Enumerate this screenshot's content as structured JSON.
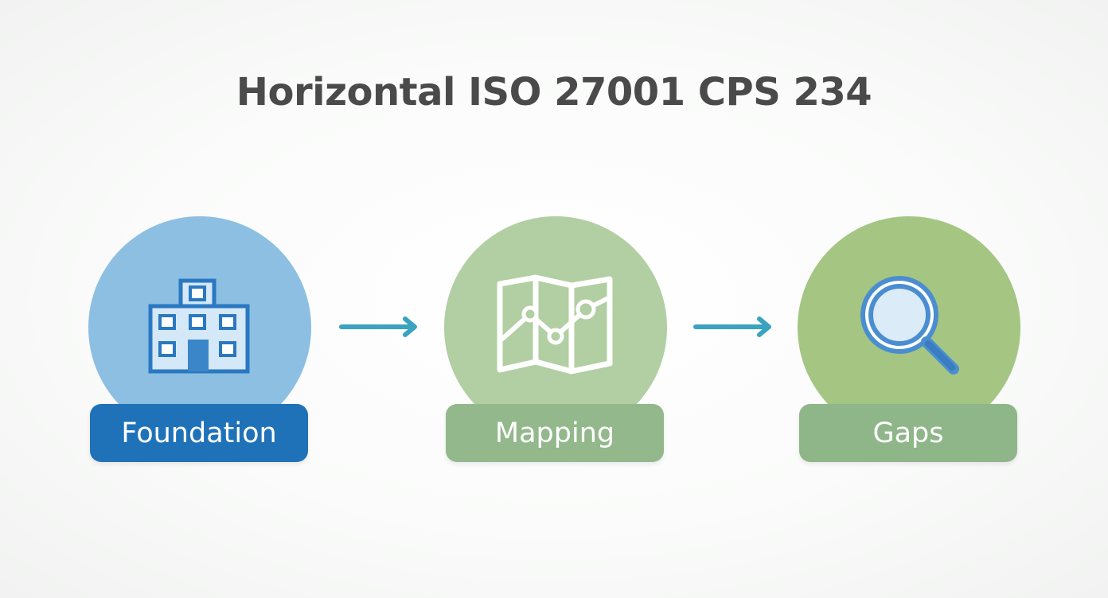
{
  "title": "Horizontal ISO 27001 CPS 234",
  "colors": {
    "title_text": "#4a4a4a",
    "arrow": "#3aa3bf",
    "label_text": "#ffffff"
  },
  "steps": [
    {
      "label": "Foundation",
      "icon": "building-icon",
      "circle_color": "#8cbfe2",
      "label_color": "#1f72b8",
      "icon_color": "#2a78c2"
    },
    {
      "label": "Mapping",
      "icon": "map-icon",
      "circle_color": "#b1cfa2",
      "label_color": "#93b88b",
      "icon_color": "#ffffff"
    },
    {
      "label": "Gaps",
      "icon": "magnifier-icon",
      "circle_color": "#a5c583",
      "label_color": "#8fb689",
      "icon_color": "#4a8ed0"
    }
  ],
  "connectors": [
    "arrow-right-icon",
    "arrow-right-icon"
  ]
}
